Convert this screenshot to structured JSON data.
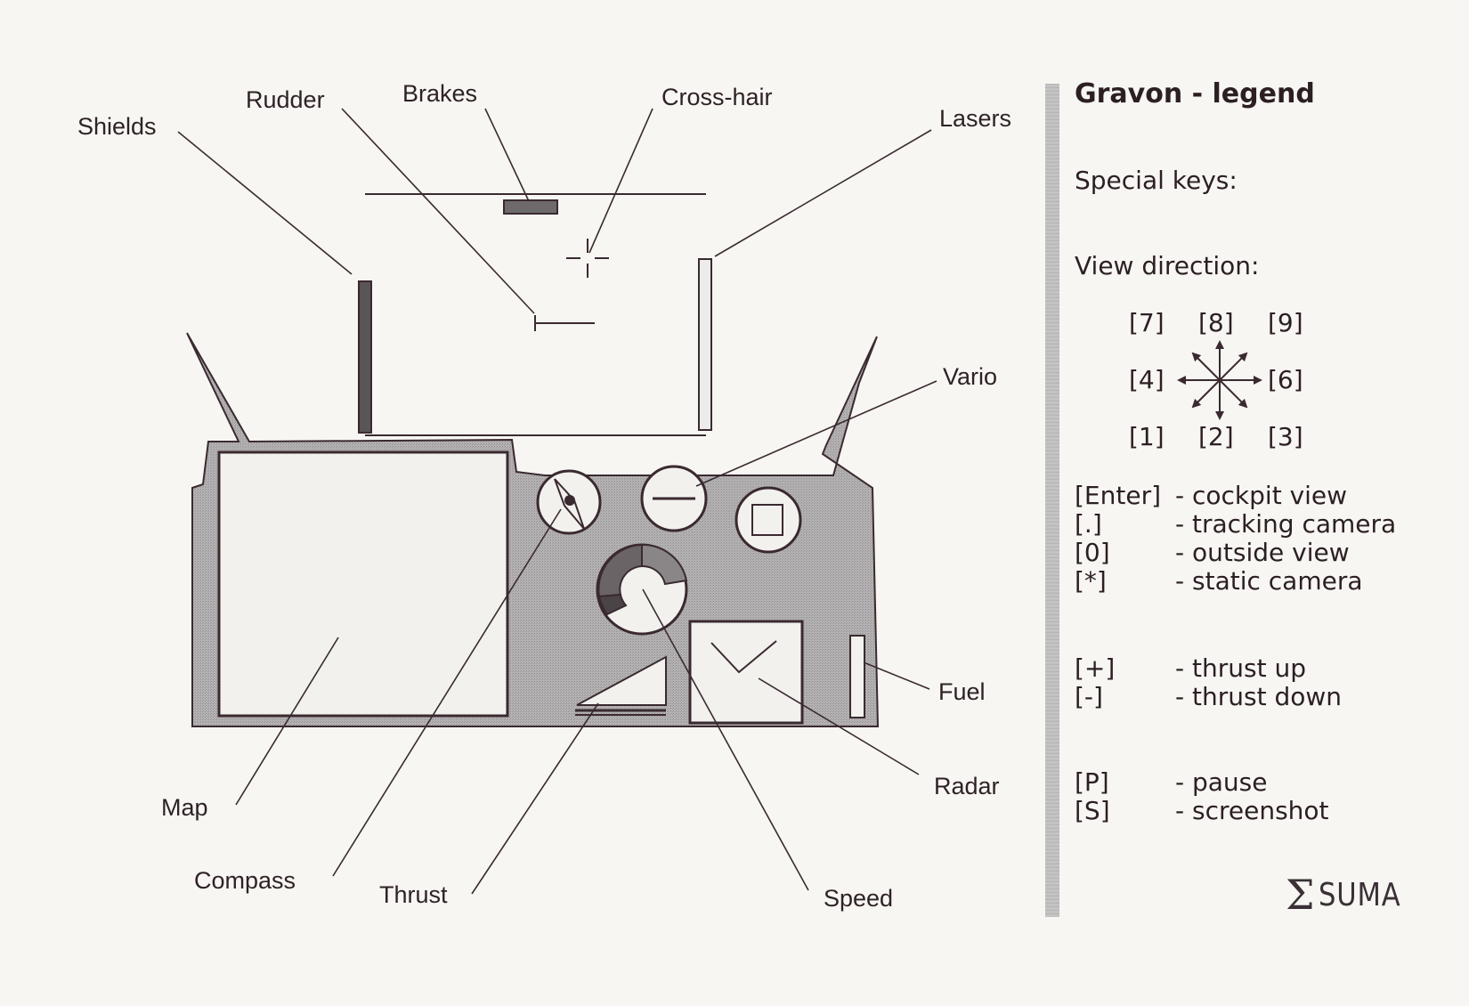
{
  "callouts": {
    "shields": "Shields",
    "rudder": "Rudder",
    "brakes": "Brakes",
    "crosshair": "Cross-hair",
    "lasers": "Lasers",
    "vario": "Vario",
    "fuel": "Fuel",
    "radar": "Radar",
    "speed": "Speed",
    "thrust": "Thrust",
    "compass": "Compass",
    "map": "Map"
  },
  "legend": {
    "title": "Gravon - legend",
    "special_keys": "Special keys:",
    "view_direction": "View direction:",
    "view_keys": [
      "[7]",
      "[8]",
      "[9]",
      "[4]",
      "[6]",
      "[1]",
      "[2]",
      "[3]"
    ],
    "keys": [
      {
        "key": "[Enter]",
        "desc": "- cockpit view"
      },
      {
        "key": "[.]",
        "desc": "- tracking camera"
      },
      {
        "key": "[0]",
        "desc": "- outside view"
      },
      {
        "key": "[*]",
        "desc": "- static camera"
      },
      {
        "key": "[+]",
        "desc": "- thrust up"
      },
      {
        "key": "[-]",
        "desc": "- thrust down"
      },
      {
        "key": "[P]",
        "desc": "- pause"
      },
      {
        "key": "[S]",
        "desc": "- screenshot"
      }
    ]
  },
  "logo": {
    "symbol": "Σ",
    "text": "SUMA"
  },
  "colors": {
    "panel_fill": "#aaa8a8",
    "ink": "#3a2a30",
    "screen_fill": "#f2f1ee"
  }
}
